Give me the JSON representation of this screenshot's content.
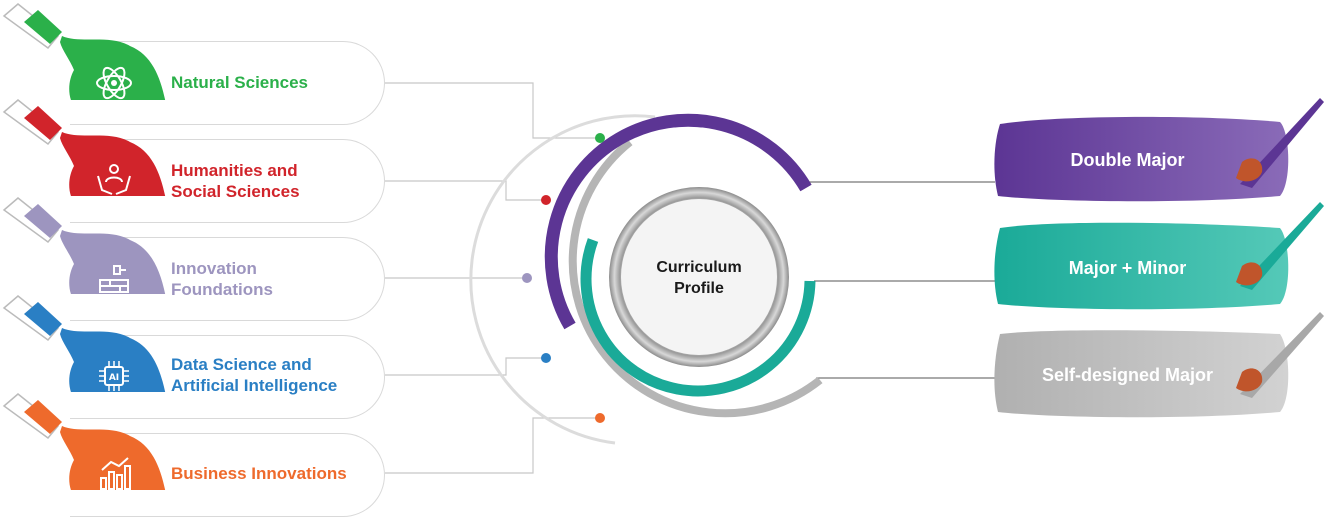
{
  "center": {
    "title": "Curriculum\nProfile"
  },
  "categories": [
    {
      "label": "Natural Sciences",
      "color": "#2bb04a",
      "icon": "atom-icon"
    },
    {
      "label": "Humanities and\nSocial Sciences",
      "color": "#d1242b",
      "icon": "people-care-icon"
    },
    {
      "label": "Innovation\nFoundations",
      "color": "#9d95bf",
      "icon": "bricks-icon"
    },
    {
      "label": "Data Science and\nArtificial Intelligence",
      "color": "#2a7fc4",
      "icon": "ai-chip-icon"
    },
    {
      "label": "Business Innovations",
      "color": "#ee6a2c",
      "icon": "bar-chart-icon"
    }
  ],
  "majors": [
    {
      "label": "Double Major",
      "color": "#5c3594",
      "icon": "paintbrush-icon"
    },
    {
      "label": "Major + Minor",
      "color": "#1aaa98",
      "icon": "paintbrush-icon"
    },
    {
      "label": "Self-designed Major",
      "color": "#b0b0b0",
      "icon": "paintbrush-icon"
    }
  ]
}
